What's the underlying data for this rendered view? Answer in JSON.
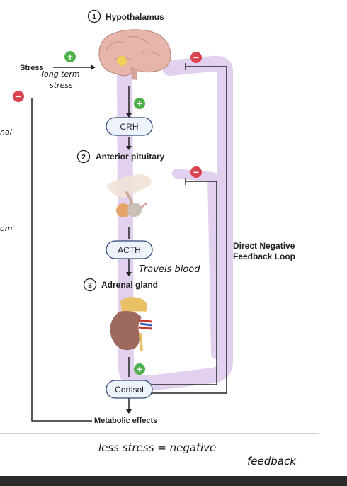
{
  "title": {
    "number": "1",
    "label": "Hypothalamus"
  },
  "stages": [
    {
      "number": "2",
      "label": "Anterior pituitary"
    },
    {
      "number": "3",
      "label": "Adrenal gland"
    }
  ],
  "hormones": {
    "crh": "CRH",
    "acth": "ACTH",
    "cortisol": "Cortisol"
  },
  "stress_label": "Stress",
  "metabolic_label": "Metabolic effects",
  "loop_label": [
    "Direct Negative",
    "Feedback Loop"
  ],
  "signs": {
    "plus": "+",
    "minus": "−"
  },
  "handwritten": {
    "long_term": [
      "long term",
      "stress"
    ],
    "travels": "Travels blood",
    "less_stress": "less stress = negative",
    "feedback": "feedback",
    "margin_left_1": "nal",
    "margin_left_2": "om"
  },
  "colors": {
    "highlight": "#dcc9ec",
    "plus": "#4db04a",
    "minus": "#d9454f",
    "pill_border": "#2f4a7a",
    "pill_fill": "#eef2fb",
    "arrow": "#222222"
  }
}
